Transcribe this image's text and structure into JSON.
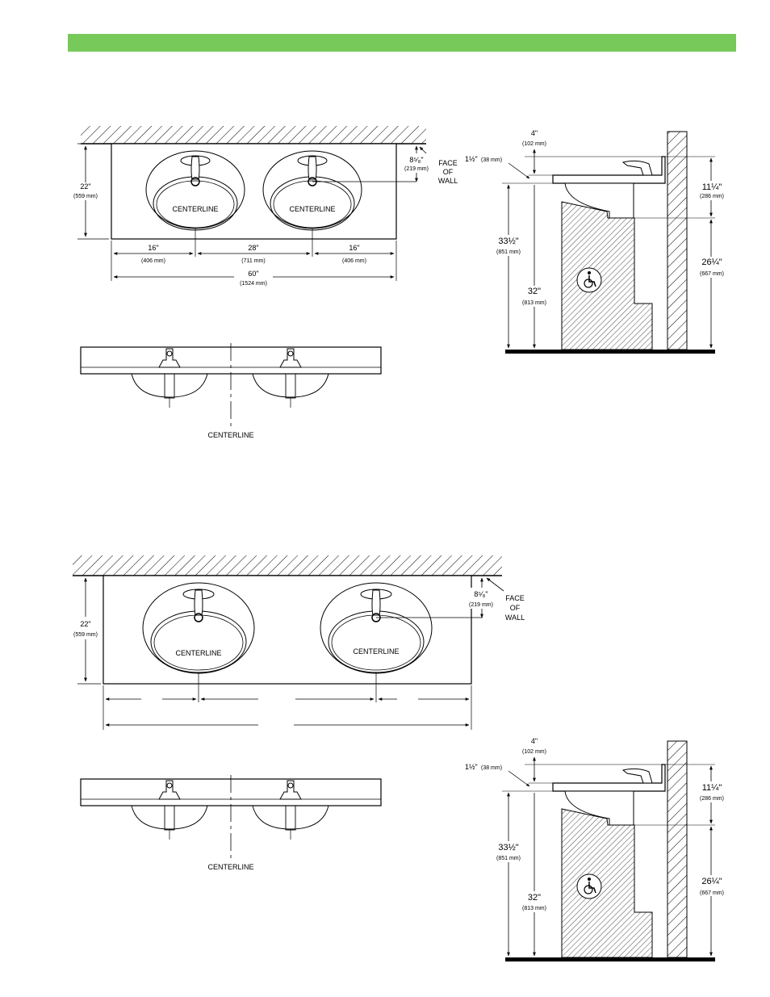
{
  "header_bar": {
    "color": "#77c95a"
  },
  "labels": {
    "centerline": "CENTERLINE",
    "face_of_wall": [
      "FACE",
      "OF",
      "WALL"
    ],
    "depth_in": "22\"",
    "depth_mm": "(559 mm)",
    "setback_in": "8⁵⁄₈\"",
    "setback_mm": "(219 mm)",
    "left_in": "16\"",
    "left_mm": "(406 mm)",
    "center_in": "28\"",
    "center_mm": "(711 mm)",
    "right_in": "16\"",
    "right_mm": "(406 mm)",
    "total_in": "60\"",
    "total_mm": "(1524 mm)",
    "deck_in": "4\"",
    "deck_mm": "(102 mm)",
    "lip_in": "1½\"",
    "lip_mm": "(38 mm)",
    "bowl_in": "11¼\"",
    "bowl_mm": "(286 mm)",
    "rim_in": "33½\"",
    "rim_mm": "(851 mm)",
    "knee_in": "32\"",
    "knee_mm": "(813 mm)",
    "clear_in": "26¼\"",
    "clear_mm": "(667 mm)"
  },
  "icons": {
    "accessible": "wheelchair-icon"
  }
}
